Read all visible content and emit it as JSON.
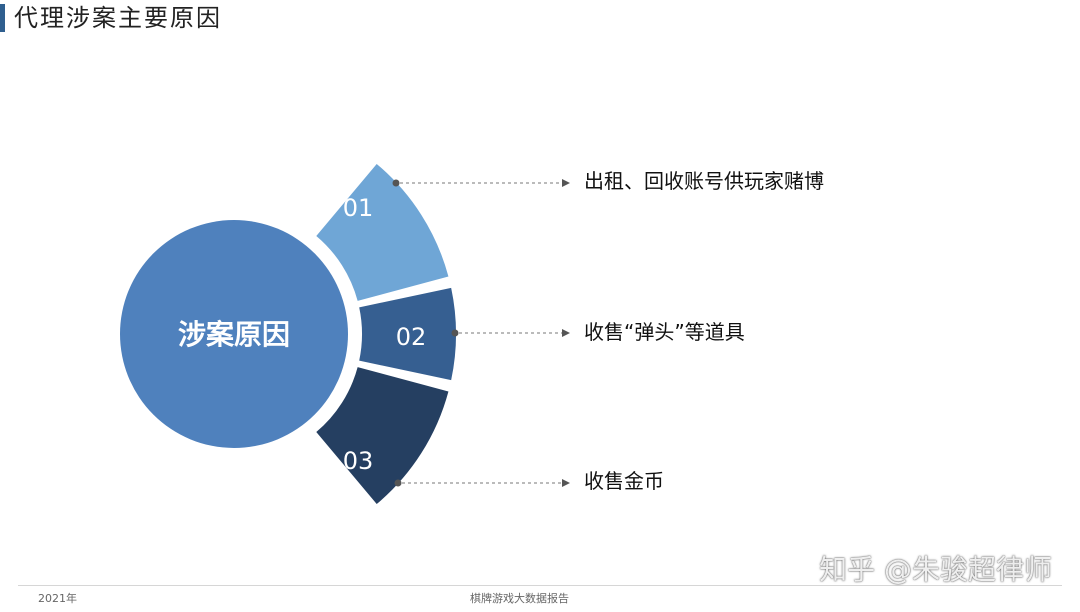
{
  "header": {
    "title": "代理涉案主要原因"
  },
  "diagram": {
    "center_label": "涉案原因",
    "segments": [
      {
        "number": "01",
        "text": "出租、回收账号供玩家赌博",
        "color": "#6fa6d6"
      },
      {
        "number": "02",
        "text": "收售“弹头”等道具",
        "color": "#365f91"
      },
      {
        "number": "03",
        "text": "收售金币",
        "color": "#253f61"
      }
    ],
    "center_color": "#4f81bd"
  },
  "footer": {
    "year": "2021年",
    "report_name": "棋牌游戏大数据报告"
  },
  "watermark": {
    "text": "知乎 @朱骏超律师"
  }
}
